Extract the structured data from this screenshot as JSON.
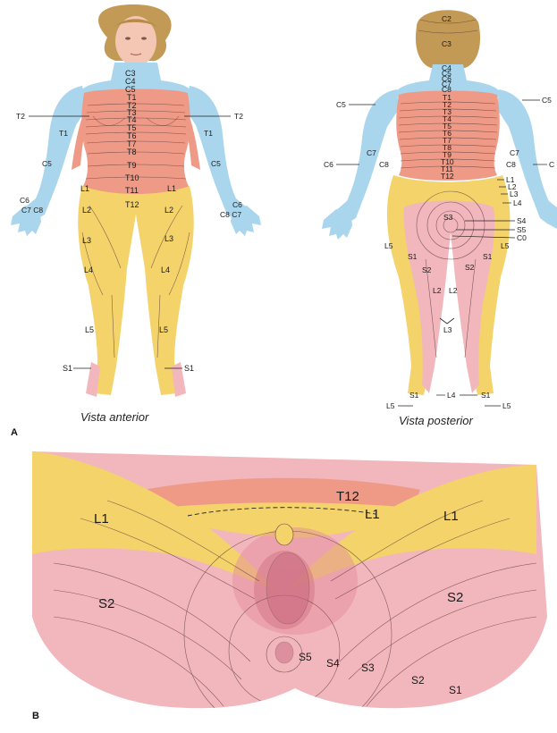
{
  "panels": {
    "A": "A",
    "B": "B"
  },
  "captions": {
    "anterior": "Vista anterior",
    "posterior": "Vista posterior"
  },
  "colors": {
    "cervical": "#a9d6ec",
    "thoracic": "#ee9a86",
    "lumbar": "#f3d36a",
    "sacral": "#f2b6bd",
    "skin": "#f3c7b4",
    "hair": "#c29a55"
  },
  "anterior_labels": {
    "C3": "C3",
    "C4": "C4",
    "C5": "C5",
    "T1": "T1",
    "T2": "T2",
    "T3": "T3",
    "T4": "T4",
    "T5": "T5",
    "T6": "T6",
    "T7": "T7",
    "T8": "T8",
    "T9": "T9",
    "T10": "T10",
    "T11": "T11",
    "T12": "T12",
    "T2_left": "T2",
    "T2_right": "T2",
    "T1_left": "T1",
    "T1_right": "T1",
    "C5_left": "C5",
    "C5_right": "C5",
    "C6_left": "C6",
    "C6_right": "C6",
    "C7C8_left": "C7 C8",
    "C8C7_right": "C8 C7",
    "L1_left": "L1",
    "L1_right": "L1",
    "L2_left": "L2",
    "L2_right": "L2",
    "L3_left": "L3",
    "L3_right": "L3",
    "L4_left": "L4",
    "L4_right": "L4",
    "L5_left": "L5",
    "L5_right": "L5",
    "S1_left": "S1",
    "S1_right": "S1"
  },
  "posterior_labels": {
    "C2": "C2",
    "C3": "C3",
    "neck": [
      "C4",
      "C5",
      "C6",
      "C7",
      "C8"
    ],
    "T1": "T1",
    "T2": "T2",
    "T3": "T3",
    "T4": "T4",
    "T5": "T5",
    "T6": "T6",
    "T7": "T7",
    "T8": "T8",
    "T9": "T9",
    "T10": "T10",
    "T11": "T11",
    "T12": "T12",
    "C5_left": "C5",
    "C5_right": "C5",
    "C6_left": "C6",
    "C6_right": "C",
    "C7_left": "C7",
    "C8_left": "C8",
    "C7_right": "C7",
    "C8_right": "C8",
    "L1": "L1",
    "L2": "L2",
    "L3": "L3",
    "L4": "L4",
    "S3": "S3",
    "S4": "S4",
    "S5": "S5",
    "C0": "C0",
    "L5_left": "L5",
    "L5_right": "L5",
    "S1_left": "S1",
    "S1_right": "S1",
    "S2_left": "S2",
    "S2_right": "S2",
    "L2_left": "L2",
    "L2_right": "L2",
    "L3_knee": "L3",
    "S1_foot_left": "S1",
    "L4_foot": "L4",
    "S1_foot_right": "S1",
    "L5_foot_left": "L5",
    "L5_foot_right": "L5"
  },
  "perineal_labels": {
    "T12": "T12",
    "L1_center": "L1",
    "L1_left": "L1",
    "L1_right": "L1",
    "S2_left": "S2",
    "S2_right": "S2",
    "S5": "S5",
    "S4": "S4",
    "S3": "S3",
    "S2_low": "S2",
    "S1_low": "S1"
  }
}
